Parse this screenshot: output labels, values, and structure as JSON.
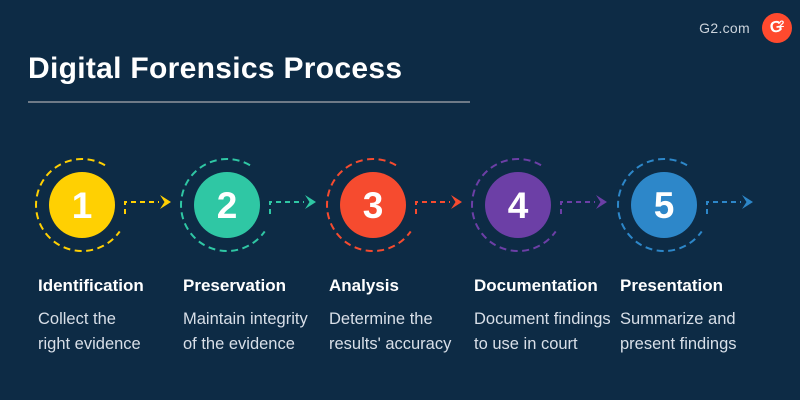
{
  "brand": {
    "label": "G2.com",
    "logo_letter": "G",
    "logo_sub": "2",
    "logo_color": "#ff4a2e"
  },
  "header": {
    "title": "Digital Forensics Process"
  },
  "colors": {
    "background": "#0d2b45",
    "heading_text": "#ffffff",
    "body_text": "#d8dfe8",
    "underline": "#6e7a87"
  },
  "steps": [
    {
      "number": "1",
      "color": "#ffd002",
      "title": "Identification",
      "desc_line1": "Collect the",
      "desc_line2": "right evidence"
    },
    {
      "number": "2",
      "color": "#2fc7a4",
      "title": "Preservation",
      "desc_line1": "Maintain integrity",
      "desc_line2": "of the evidence"
    },
    {
      "number": "3",
      "color": "#f64b2f",
      "title": "Analysis",
      "desc_line1": "Determine the",
      "desc_line2": "results' accuracy"
    },
    {
      "number": "4",
      "color": "#6c3fa6",
      "title": "Documentation",
      "desc_line1": "Document findings",
      "desc_line2": "to use in court"
    },
    {
      "number": "5",
      "color": "#2d87c9",
      "title": "Presentation",
      "desc_line1": "Summarize and",
      "desc_line2": "present findings"
    }
  ]
}
